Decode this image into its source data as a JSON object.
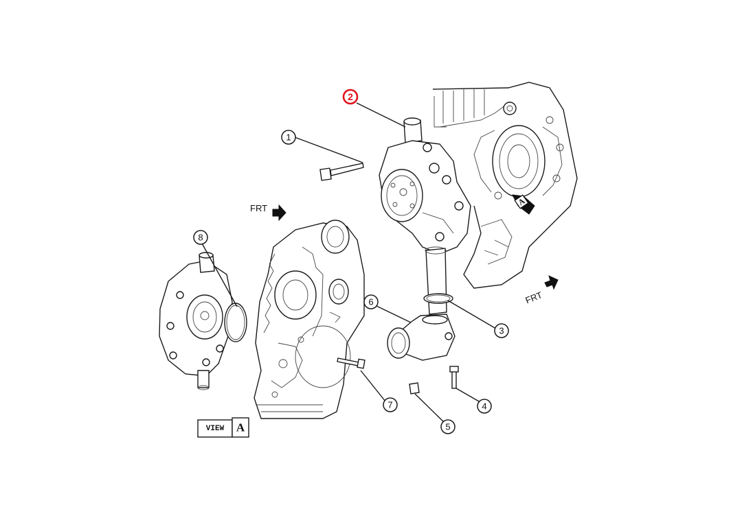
{
  "callouts": [
    {
      "id": "1",
      "label": "1"
    },
    {
      "id": "2",
      "label": "2",
      "highlight": true
    },
    {
      "id": "3",
      "label": "3"
    },
    {
      "id": "4",
      "label": "4"
    },
    {
      "id": "5",
      "label": "5"
    },
    {
      "id": "6",
      "label": "6"
    },
    {
      "id": "7",
      "label": "7"
    },
    {
      "id": "8",
      "label": "8"
    }
  ],
  "direction_labels": {
    "frt_left": "FRT",
    "frt_right": "FRT"
  },
  "view_marker": {
    "arrow_letter": "A"
  },
  "view_box": {
    "word": "VIEW",
    "letter": "A"
  },
  "colors": {
    "highlight": "#e0141e",
    "line": "#1a1a1a"
  }
}
